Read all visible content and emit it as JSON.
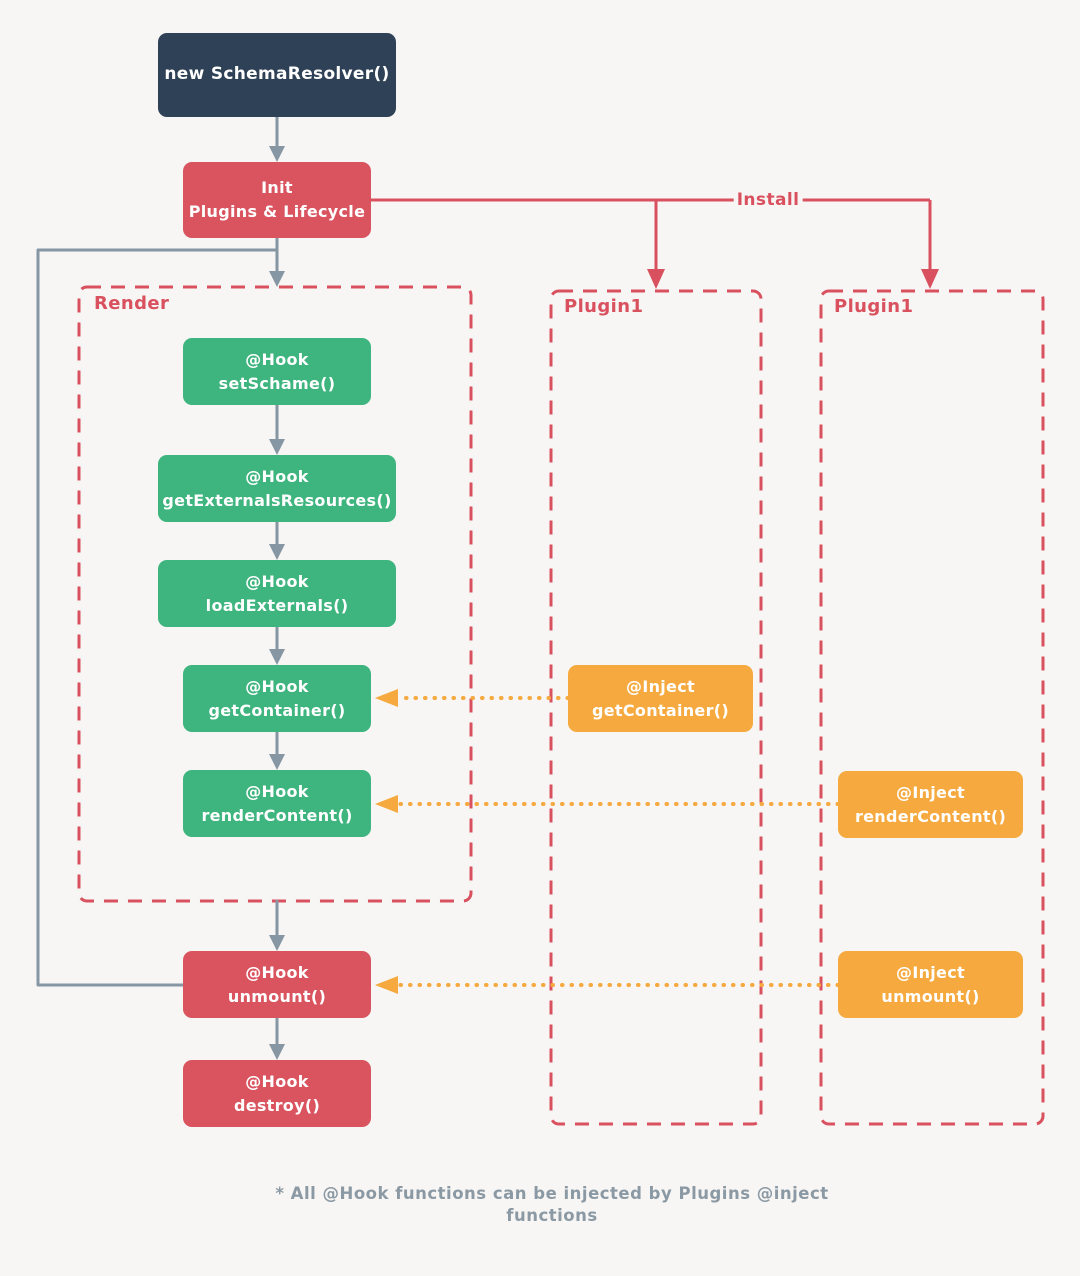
{
  "diagram": {
    "root": {
      "label": "new SchemaResolver()"
    },
    "init": {
      "line1": "Init",
      "line2": "Plugins & Lifecycle"
    },
    "install": {
      "label": "Install"
    },
    "groups": {
      "render": {
        "label": "Render"
      },
      "plugin_left": {
        "label": "Plugin1"
      },
      "plugin_right": {
        "label": "Plugin1"
      }
    },
    "hooks": {
      "set_schame": {
        "tag": "@Hook",
        "fn": "setSchame()"
      },
      "get_externals_resources": {
        "tag": "@Hook",
        "fn": "getExternalsResources()"
      },
      "load_externals": {
        "tag": "@Hook",
        "fn": "loadExternals()"
      },
      "get_container": {
        "tag": "@Hook",
        "fn": "getContainer()"
      },
      "render_content": {
        "tag": "@Hook",
        "fn": "renderContent()"
      },
      "unmount": {
        "tag": "@Hook",
        "fn": "unmount()"
      },
      "destroy": {
        "tag": "@Hook",
        "fn": "destroy()"
      }
    },
    "injects": {
      "get_container": {
        "tag": "@Inject",
        "fn": "getContainer()"
      },
      "render_content": {
        "tag": "@Inject",
        "fn": "renderContent()"
      },
      "unmount": {
        "tag": "@Inject",
        "fn": "unmount()"
      }
    },
    "note": {
      "line1": "* All @Hook functions can be injected by Plugins @inject",
      "line2": "functions"
    },
    "colors": {
      "background": "#f7f6f4",
      "navy": "#2e4156",
      "red": "#d9545f",
      "red_line": "#d9515e",
      "green": "#3eb47e",
      "orange": "#f5a93e",
      "arrow_gray": "#8696a2",
      "note_gray": "#8b99a4"
    }
  }
}
